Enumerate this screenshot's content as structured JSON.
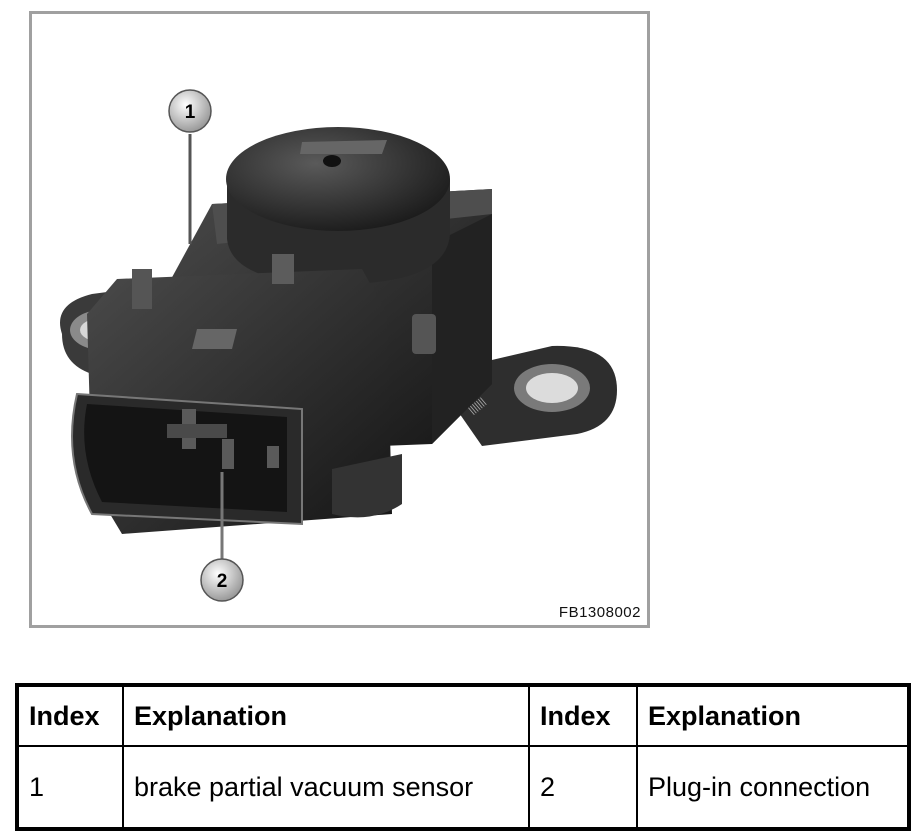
{
  "figure": {
    "code": "FB1308002",
    "callouts": [
      {
        "label": "1"
      },
      {
        "label": "2"
      }
    ]
  },
  "legend_table": {
    "headers": [
      "Index",
      "Explanation",
      "Index",
      "Explanation"
    ],
    "rows": [
      [
        "1",
        "brake partial vacuum sensor",
        "2",
        "Plug-in connection"
      ]
    ]
  }
}
